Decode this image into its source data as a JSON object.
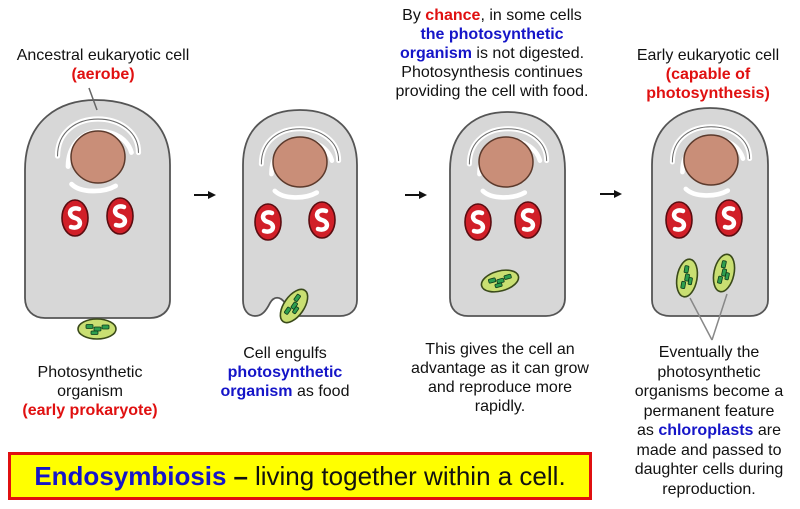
{
  "stage1": {
    "top_label": "Ancestral eukaryotic cell",
    "top_label_highlight": "(aerobe)",
    "bottom_label_line1": "Photosynthetic",
    "bottom_label_line2": "organism",
    "bottom_label_highlight": "(early prokaryote)"
  },
  "stage2": {
    "label_prefix": "Cell engulfs",
    "label_highlight_line1": "photosynthetic",
    "label_highlight_line2": "organism",
    "label_suffix": " as food"
  },
  "stage3": {
    "top_prefix": "By ",
    "top_chance": "chance",
    "top_after_chance": ", in some cells",
    "top_highlight_line1": "the photosynthetic",
    "top_highlight_line2": "organism",
    "top_after_highlight": " is not digested.",
    "top_line4": "Photosynthesis continues",
    "top_line5": "providing the cell with food.",
    "bottom_line1": "This gives the cell an",
    "bottom_line2": "advantage as it can grow",
    "bottom_line3": "and reproduce more",
    "bottom_line4": "rapidly."
  },
  "stage4": {
    "top_label": "Early eukaryotic cell",
    "top_highlight_line1": "(capable of",
    "top_highlight_line2": "photosynthesis)",
    "bottom_line1": "Eventually the",
    "bottom_line2": "photosynthetic",
    "bottom_line3": "organisms become a",
    "bottom_line4": "permanent feature",
    "bottom_line5_prefix": "as ",
    "bottom_line5_highlight": "chloroplasts",
    "bottom_line5_suffix": " are",
    "bottom_line6": "made and passed to",
    "bottom_line7": "daughter cells during",
    "bottom_line8": "reproduction."
  },
  "title": {
    "term": "Endosymbiosis",
    "dash": "–",
    "definition": "living together within a cell."
  },
  "colors": {
    "highlight_red": "#e01010",
    "highlight_blue": "#1515c8",
    "title_background": "#ffff00",
    "cell_fill": "#d7d7d7",
    "nucleus": "#c98e78",
    "mitochondrion": "#d11f28",
    "chloroplast_outer": "#c9df72",
    "chloroplast_inner": "#2e9e4e"
  }
}
